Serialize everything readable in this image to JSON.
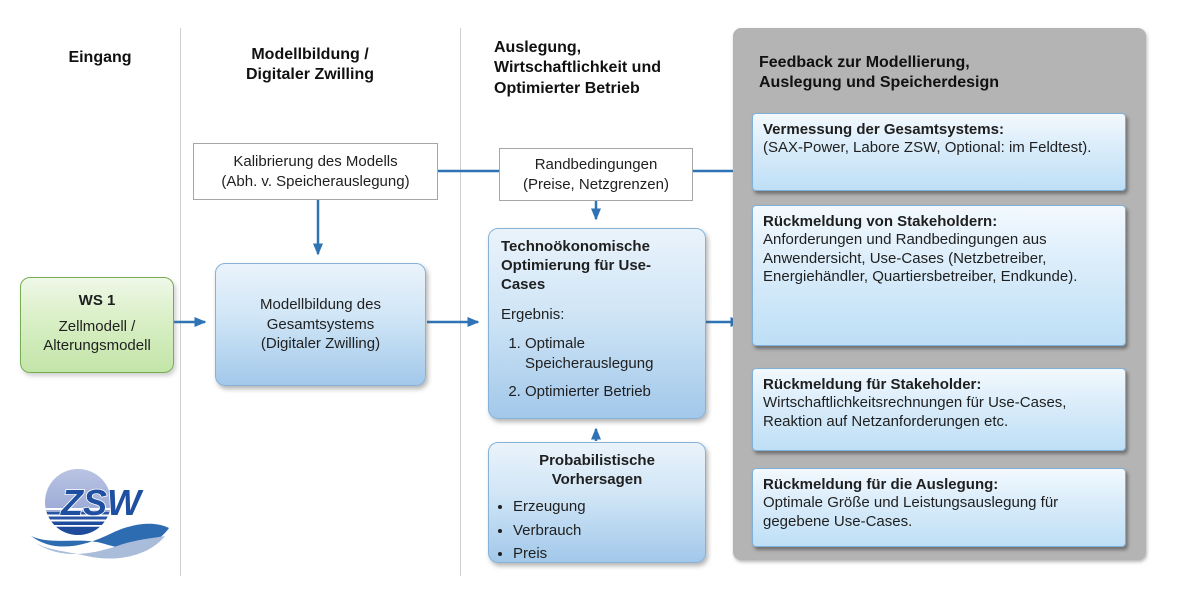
{
  "headers": {
    "col1": "Eingang",
    "col2": "Modellbildung /\nDigitaler Zwilling",
    "col3": "Auslegung,\nWirtschaftlichkeit und\nOptimierter Betrieb",
    "col4": "Feedback zur Modellierung,\nAuslegung und Speicherdesign"
  },
  "boxes": {
    "kalibrierung": "Kalibrierung des Modells\n(Abh. v. Speicherauslegung)",
    "randbedingungen": "Randbedingungen\n(Preise, Netzgrenzen)",
    "ws1": {
      "title": "WS 1",
      "body": "Zellmodell /\nAlterungsmodell"
    },
    "modellbildung": "Modellbildung des\nGesamtsystems\n(Digitaler Zwilling)",
    "techno": {
      "title": "Technoökonomische Optimierung für Use-Cases",
      "label": "Ergebnis:",
      "items": [
        "Optimale Speicherauslegung",
        "Optimierter Betrieb"
      ]
    },
    "vorhersagen": {
      "title": "Probabilistische\nVorhersagen",
      "items": [
        "Erzeugung",
        "Verbrauch",
        "Preis"
      ]
    }
  },
  "feedback": {
    "boxes": [
      {
        "title": "Vermessung der Gesamtsystems:",
        "body": "(SAX-Power, Labore ZSW,  Optional: im Feldtest)."
      },
      {
        "title": "Rückmeldung von Stakeholdern:",
        "body": "Anforderungen und Randbedingungen aus Anwendersicht, Use-Cases (Netzbetreiber, Energiehändler, Quartiersbetreiber, Endkunde)."
      },
      {
        "title": "Rückmeldung für Stakeholder:",
        "body": "Wirtschaftlichkeitsrechnungen für Use-Cases, Reaktion auf Netzanforderungen etc."
      },
      {
        "title": "Rückmeldung für die Auslegung:",
        "body": "Optimale Größe und Leistungsauslegung für gegebene Use-Cases."
      }
    ]
  },
  "logo": {
    "text": "ZSW"
  },
  "colors": {
    "arrow_blue": "#2E74B5",
    "panel_gray": "#B4B4B4",
    "box_blue_border": "#7FB0DA",
    "green_border": "#77AD52"
  }
}
